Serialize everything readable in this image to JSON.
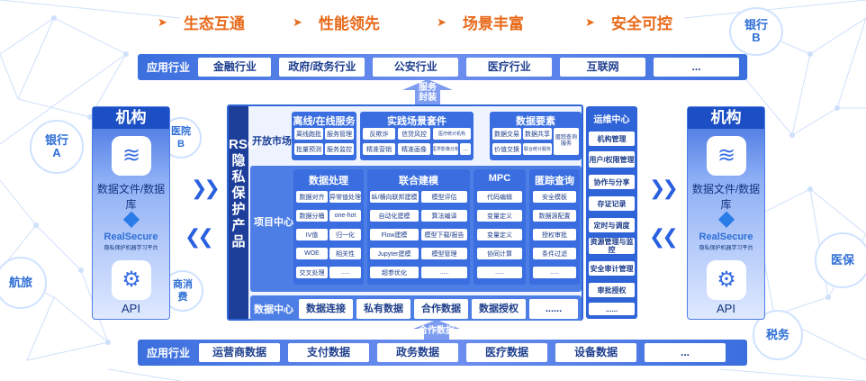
{
  "slogans": [
    "生态互通",
    "性能领先",
    "场景丰富",
    "安全可控"
  ],
  "top_industry": {
    "label": "应用行业",
    "items": [
      "金融行业",
      "政府/政务行业",
      "公安行业",
      "医疗行业",
      "互联网",
      "..."
    ]
  },
  "bottom_industry": {
    "label": "应用行业",
    "items": [
      "运营商数据",
      "支付数据",
      "政务数据",
      "医疗数据",
      "设备数据",
      "..."
    ]
  },
  "bubbles": {
    "bank_a": "银行\nA",
    "bank_b": "银行\nB",
    "travel": "航旅",
    "medical_insurance": "医保",
    "tax": "税务",
    "hospital_partial": "医院\nB",
    "consume_partial": "商消\n费"
  },
  "institution_left": {
    "title": "机构",
    "db": "数据文件/数据库",
    "brand": "RealSecure",
    "brand_sub": "隐私保护机器学习平台",
    "api": "API"
  },
  "institution_right": {
    "title": "机构",
    "db": "数据文件/数据库",
    "brand": "RealSecure",
    "brand_sub": "隐私保护机器学习平台",
    "api": "API"
  },
  "core": {
    "title": "RSC隐私保护产品",
    "open_market": {
      "label": "开放市场",
      "groups": [
        {
          "title": "离线/在线服务",
          "cells": [
            "离线跑批",
            "服务管理",
            "批量预测",
            "服务监控"
          ]
        },
        {
          "title": "实践场景套件",
          "cells": [
            "反欺诈",
            "信贷风控",
            "医疗统计机构",
            "精准营销",
            "精准画像",
            "医学影像分析",
            "..."
          ]
        },
        {
          "title": "数据要素",
          "cells": [
            "数据交易",
            "数据共享",
            "价值交换",
            "联合统计服务",
            "匿踪查询服务"
          ]
        }
      ]
    },
    "project_center": {
      "label": "项目中心",
      "modules": [
        {
          "title": "数据处理",
          "cells": [
            "数据对齐",
            "异常值处理",
            "数据分桶",
            "one-hot",
            "IV值",
            "归一化",
            "WOE",
            "相关性",
            "交叉处理",
            "....."
          ]
        },
        {
          "title": "联合建模",
          "cells": [
            "纵/横向联邦建模",
            "模型评估",
            "自动化建模",
            "算法编译",
            "Flow建模",
            "模型下载/报告",
            "Jupyter建模",
            "模型管理",
            "超参优化",
            "....."
          ]
        },
        {
          "title": "MPC",
          "cells": [
            "代码编辑",
            "变量定义",
            "变量定义",
            "协同计算",
            "....."
          ]
        },
        {
          "title": "匿踪查询",
          "cells": [
            "安全模板",
            "数据源配置",
            "授权审批",
            "条件过滤",
            "....."
          ]
        }
      ]
    },
    "data_center": {
      "label": "数据中心",
      "items": [
        "数据连接",
        "私有数据",
        "合作数据",
        "数据授权",
        "......"
      ]
    },
    "service_label": "服务\n封装",
    "coop_label": "合作数据"
  },
  "ops_center": {
    "title": "运维中心",
    "items": [
      "机构管理",
      "用户/权限管理",
      "协作与分享",
      "存证记录",
      "定时与调度",
      "资源管理与监控",
      "安全审计管理",
      "审批授权",
      "......"
    ]
  },
  "colors": {
    "accent": "#e8691a",
    "primary": "#2f67d8",
    "dark": "#1d3f9a"
  }
}
